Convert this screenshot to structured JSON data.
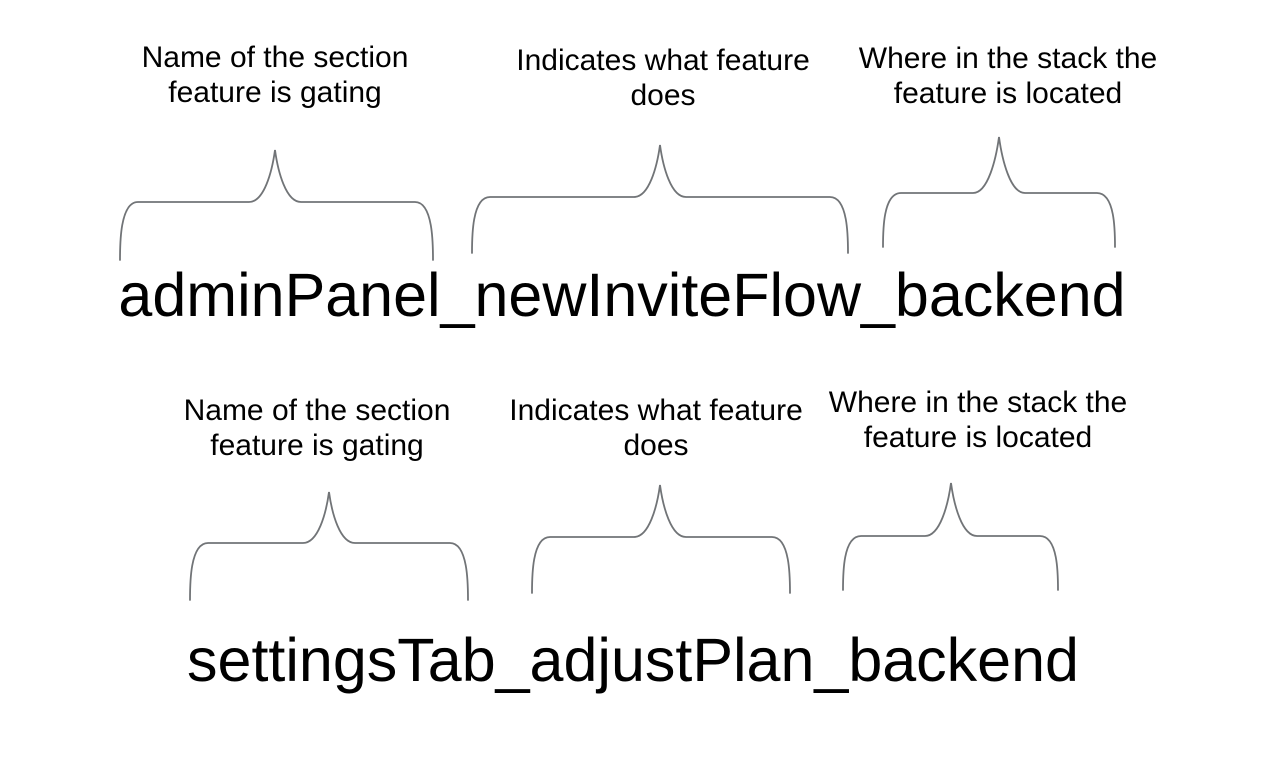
{
  "diagram": {
    "background_color": "#ffffff",
    "text_color": "#000000",
    "brace_color": "#717477",
    "examples": [
      {
        "flag_name": "adminPanel_newInviteFlow_backend",
        "annotations": [
          {
            "line1": "Name of the section",
            "line2": "feature is gating"
          },
          {
            "line1": "Indicates what feature",
            "line2": "does"
          },
          {
            "line1": "Where in the stack the",
            "line2": "feature is located"
          }
        ]
      },
      {
        "flag_name": "settingsTab_adjustPlan_backend",
        "annotations": [
          {
            "line1": "Name of the section",
            "line2": "feature is gating"
          },
          {
            "line1": "Indicates what feature",
            "line2": "does"
          },
          {
            "line1": "Where in the stack the",
            "line2": "feature is located"
          }
        ]
      }
    ]
  }
}
